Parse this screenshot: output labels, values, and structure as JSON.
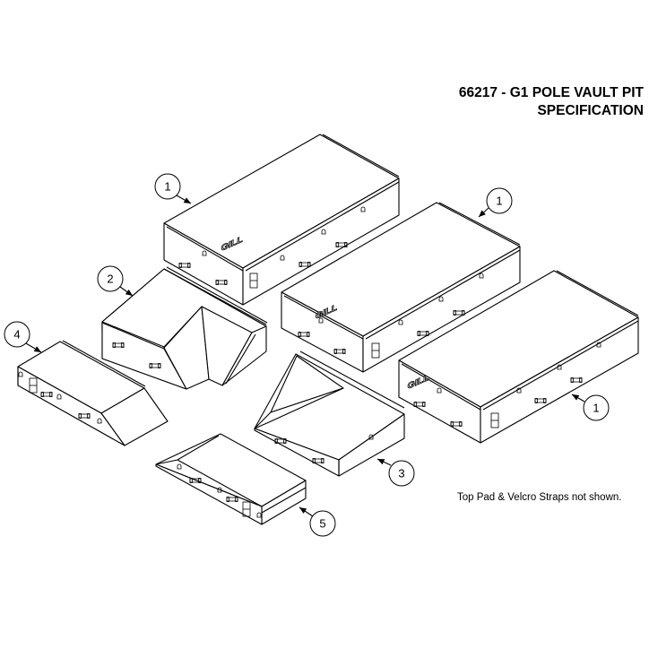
{
  "title": {
    "line1": "66217 - G1 POLE VAULT PIT",
    "line2": "SPECIFICATION"
  },
  "note": "Top Pad & Velcro Straps not shown.",
  "logo_text": "GILL",
  "callouts": [
    {
      "id": "callout-1a",
      "label": "1",
      "part": "Main pit block (top-left)"
    },
    {
      "id": "callout-1b",
      "label": "1",
      "part": "Main pit block (center)"
    },
    {
      "id": "callout-1c",
      "label": "1",
      "part": "Main pit block (right)"
    },
    {
      "id": "callout-2",
      "label": "2",
      "part": "Front wedge with box cutout"
    },
    {
      "id": "callout-3",
      "label": "3",
      "part": "Front ramp section (right)"
    },
    {
      "id": "callout-4",
      "label": "4",
      "part": "Side ramp section (left)"
    },
    {
      "id": "callout-5",
      "label": "5",
      "part": "Front ramp section (bottom)"
    }
  ]
}
